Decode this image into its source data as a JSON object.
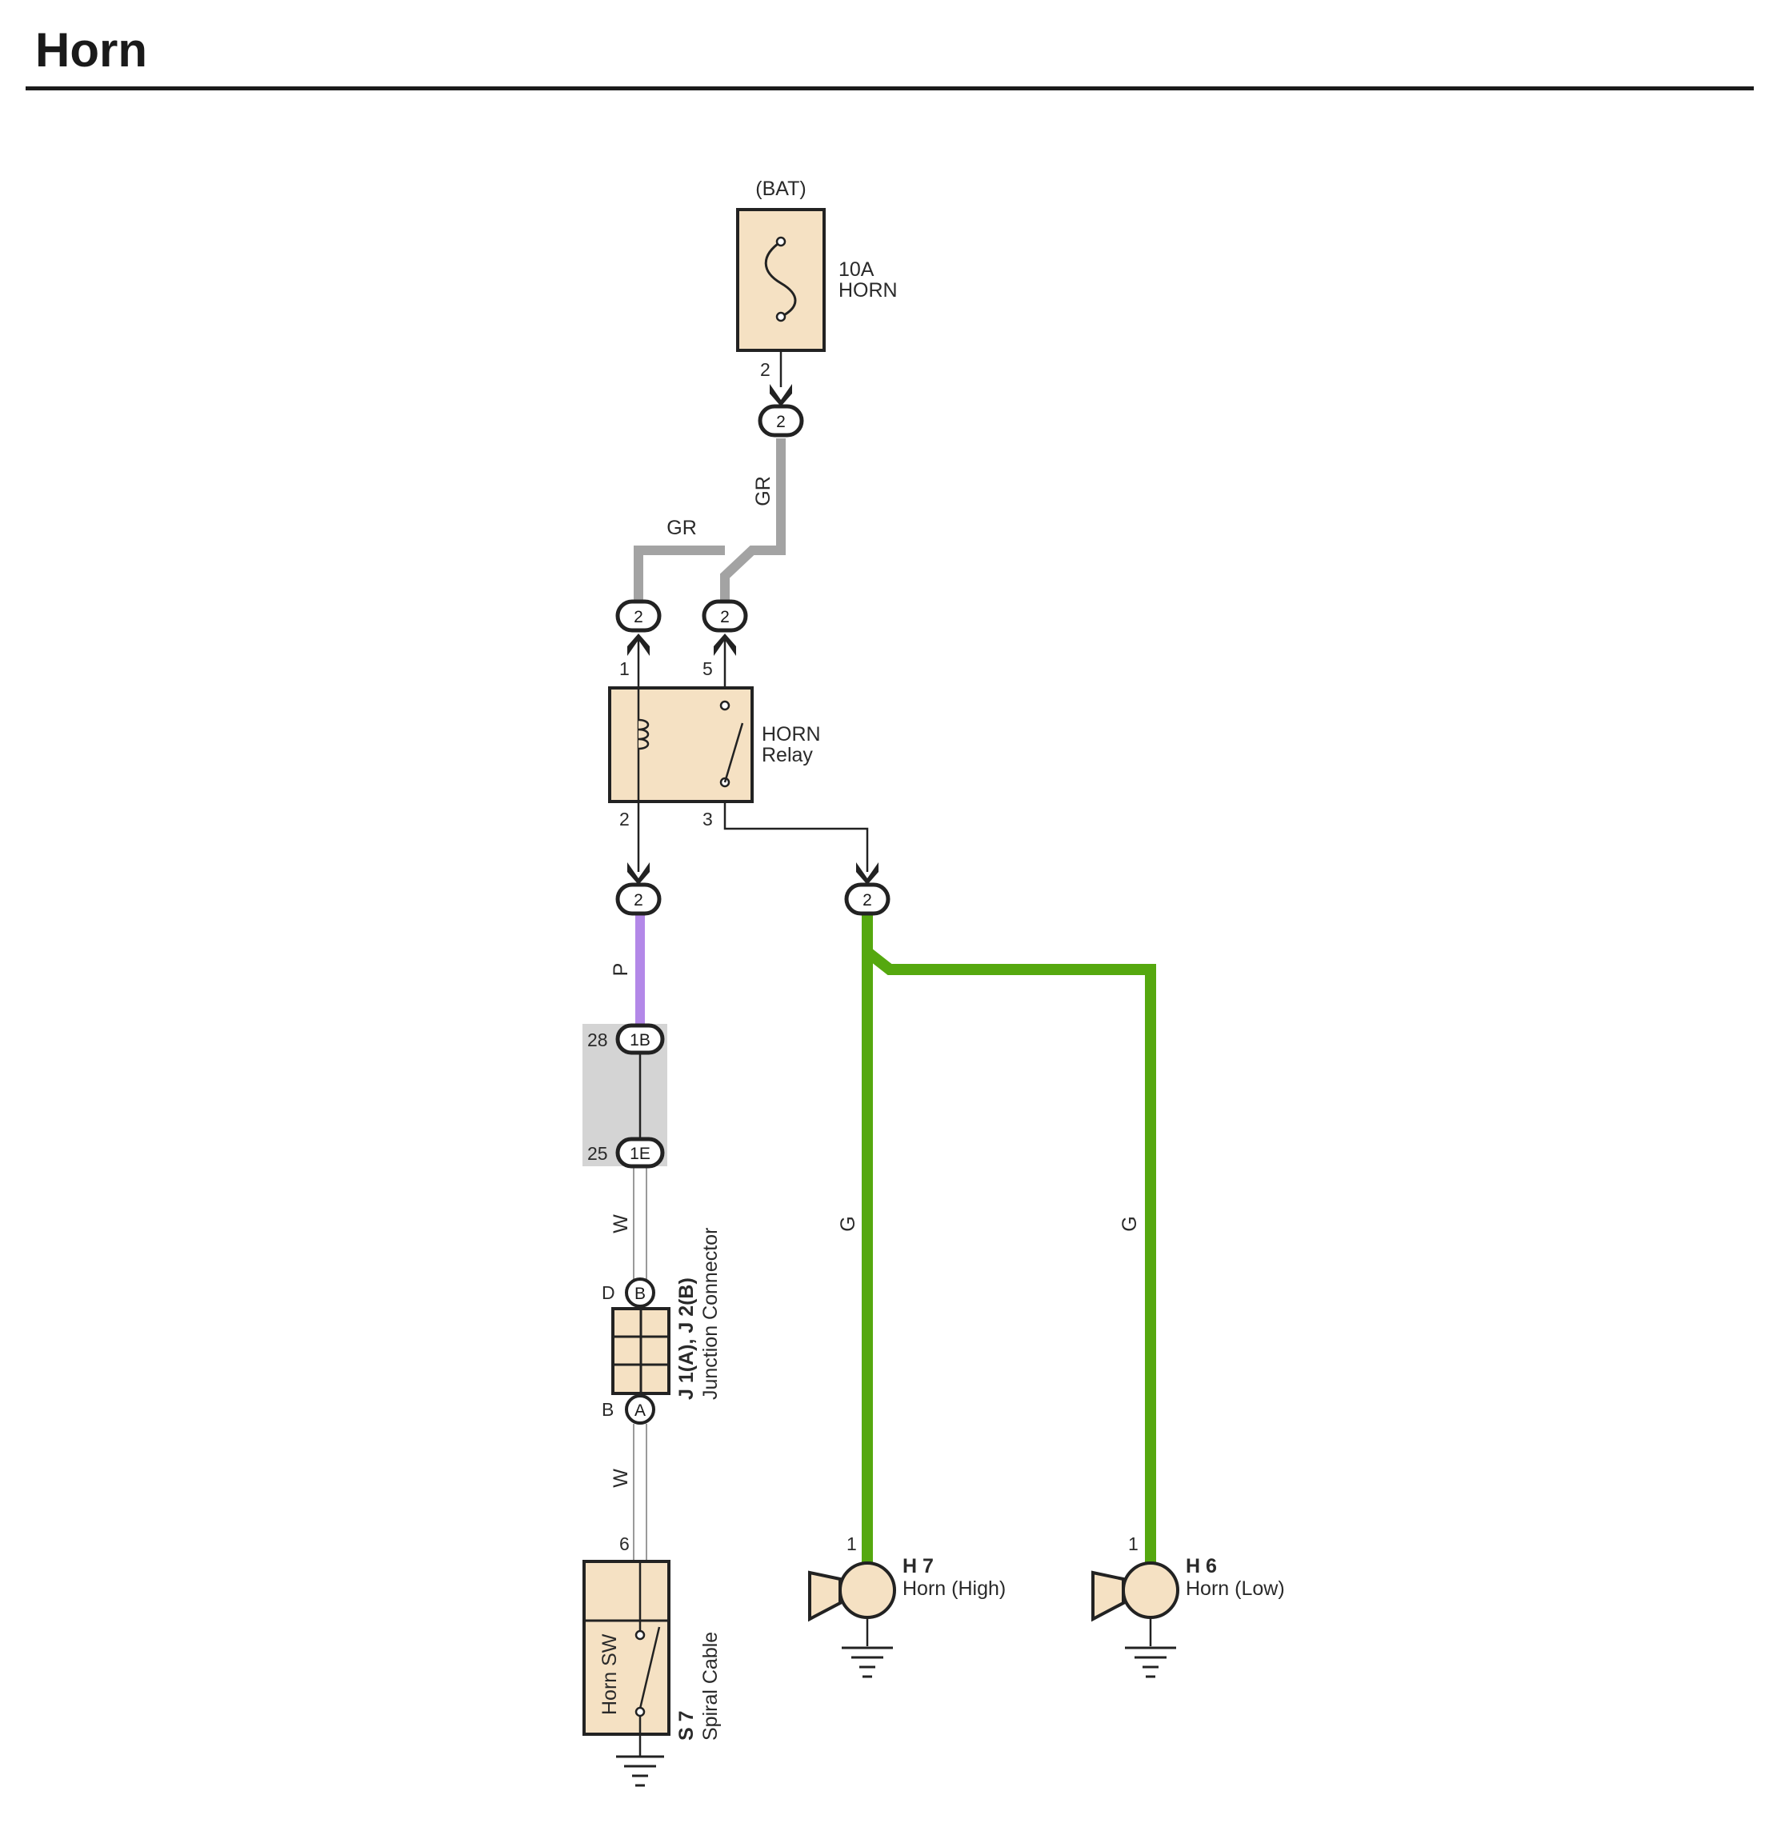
{
  "title": "Horn",
  "fuse": {
    "source": "(BAT)",
    "rating": "10A",
    "name": "HORN",
    "pin": "2"
  },
  "relay": {
    "name_line1": "HORN",
    "name_line2": "Relay",
    "pins": {
      "coil_top": "1",
      "switch_top": "5",
      "coil_bottom": "2",
      "switch_bottom": "3"
    }
  },
  "connectors": {
    "fuse_out": "2",
    "relay_in_left": "2",
    "relay_in_right": "2",
    "relay_out_left": "2",
    "relay_out_right": "2",
    "jb_top": "1B",
    "jb_bottom": "1E",
    "jc_top": "B",
    "jc_bottom": "A"
  },
  "junction_block": {
    "pin_top": "28",
    "pin_bottom": "25"
  },
  "junction_connector": {
    "pin_top": "D",
    "pin_bottom": "B",
    "id": "J 1(A), J 2(B)",
    "name": "Junction Connector"
  },
  "wires": {
    "fuse_to_relay": {
      "code": "GR",
      "color": "#a3a3a3"
    },
    "relay_feed": {
      "code": "GR",
      "color": "#a3a3a3"
    },
    "relay_to_jb": {
      "code": "P",
      "color": "#b388e8"
    },
    "jb_to_jc": {
      "code": "W",
      "color": "#ffffff"
    },
    "jc_to_switch": {
      "code": "W",
      "color": "#ffffff"
    },
    "to_high_horn": {
      "code": "G",
      "color": "#55a80f"
    },
    "to_low_horn": {
      "code": "G",
      "color": "#55a80f"
    }
  },
  "horn_switch": {
    "pin": "6",
    "label": "Horn SW",
    "id": "S 7",
    "name": "Spiral Cable"
  },
  "horns": [
    {
      "id": "H 7",
      "name": "Horn (High)",
      "pin": "1"
    },
    {
      "id": "H 6",
      "name": "Horn (Low)",
      "pin": "1"
    }
  ],
  "colors": {
    "component_fill": "#f5e1c3",
    "ground_line": "#222222",
    "junction_block_fill": "#d4d4d4"
  }
}
